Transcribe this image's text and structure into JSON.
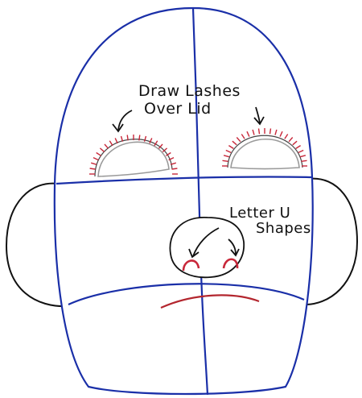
{
  "annotations": {
    "lashes_line1": "Draw Lashes",
    "lashes_line2": "Over Lid",
    "nostril_line1": "Letter U",
    "nostril_line2": "Shapes"
  },
  "colors": {
    "guide": "#1a2fa8",
    "outline": "#111111",
    "lash": "#c8283a",
    "lid": "#9a9a9a",
    "mouth": "#b3262e",
    "paper": "#ffffff"
  }
}
